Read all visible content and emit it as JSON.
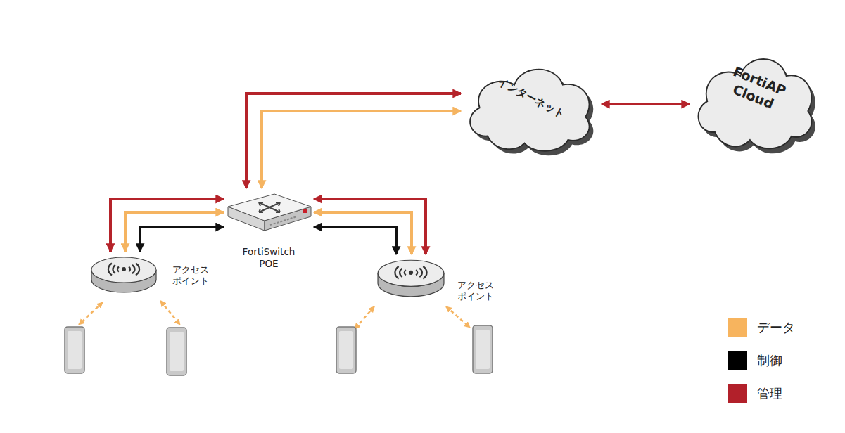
{
  "diagram": {
    "nodes": [
      {
        "text": [
          "インターネット"
        ]
      },
      {
        "text": [
          "FortiAP Cloud"
        ]
      },
      {
        "text": [
          "FortiSwitch POE"
        ]
      },
      {
        "text": [
          "アクセス ポイント"
        ]
      },
      {
        "text": [
          "アクセス ポイント"
        ]
      }
    ],
    "edges": [
      {
        "from": 0,
        "to": 1,
        "arrow": "both"
      },
      {
        "from": 2,
        "to": 0,
        "arrow": "both"
      },
      {
        "from": 2,
        "to": 0,
        "arrow": "both"
      },
      {
        "from": 2,
        "to": 3,
        "arrow": "both"
      },
      {
        "from": 2,
        "to": 3,
        "arrow": "both"
      },
      {
        "from": 2,
        "to": 3,
        "arrow": "both"
      },
      {
        "from": 2,
        "to": 4,
        "arrow": "both"
      },
      {
        "from": 2,
        "to": 4,
        "arrow": "both"
      },
      {
        "from": 2,
        "to": 4,
        "arrow": "both"
      }
    ],
    "legend": [
      {
        "text": "データ",
        "color": "#f7b45e"
      },
      {
        "text": "制御",
        "color": "#000000"
      },
      {
        "text": "管理",
        "color": "#b2202a"
      }
    ]
  }
}
